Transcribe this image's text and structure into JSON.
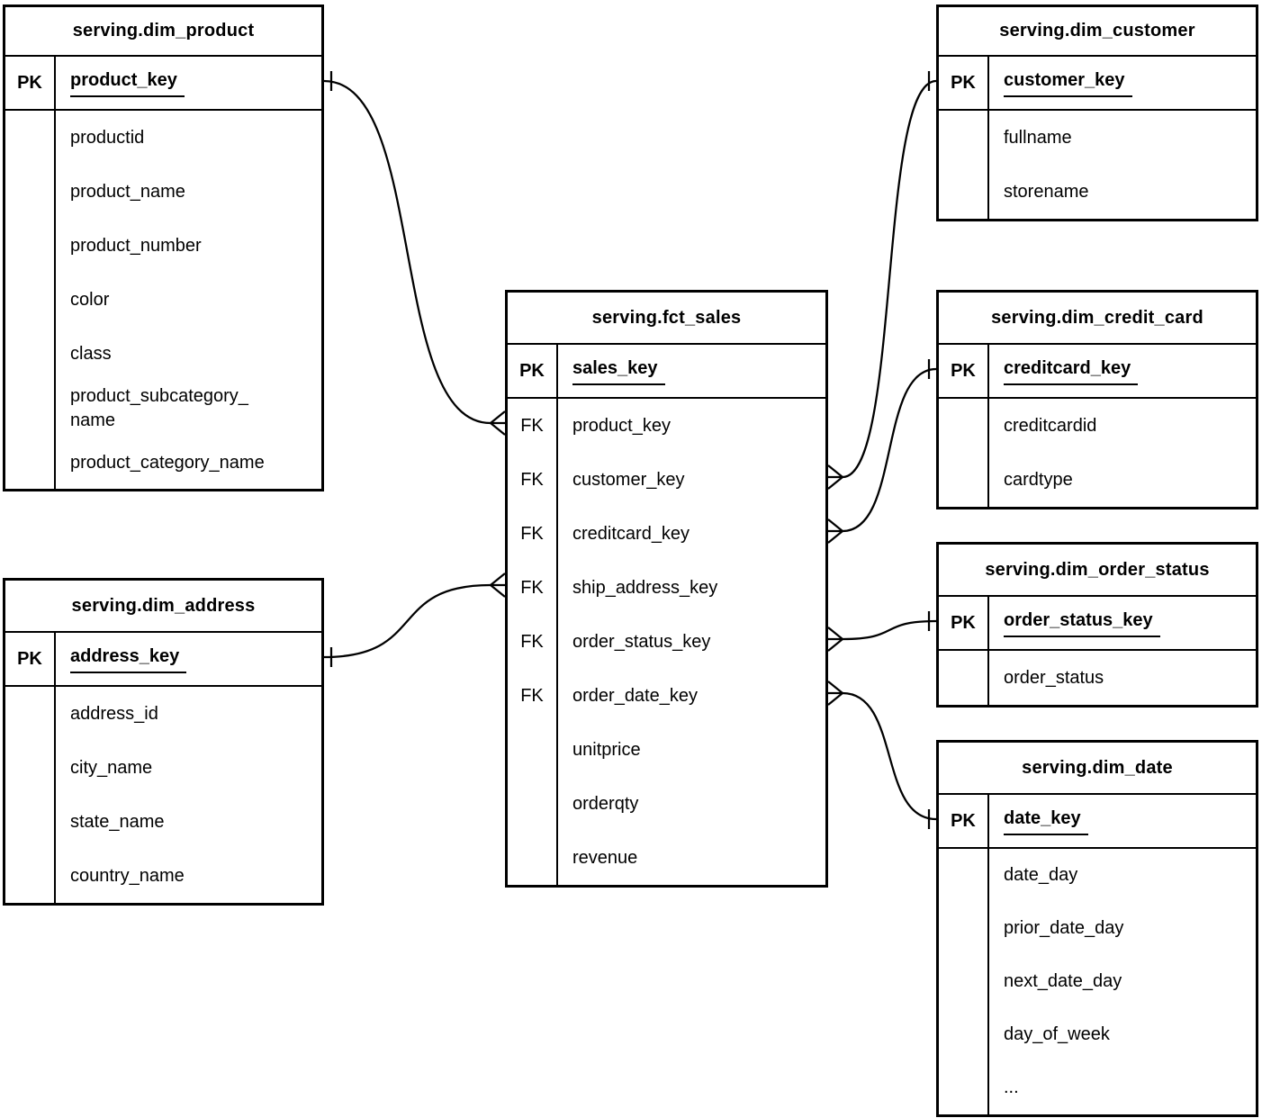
{
  "diagram": {
    "background": "#ffffff",
    "line_color": "#000000",
    "text_color": "#000000",
    "notation": "crows-foot"
  },
  "tables": [
    {
      "id": "serving.dim_product",
      "title": "serving.dim_product",
      "rows": [
        {
          "badge": "PK",
          "name": "product_key",
          "kind": "pk"
        },
        {
          "badge": "",
          "name": "productid",
          "kind": "field"
        },
        {
          "badge": "",
          "name": "product_name",
          "kind": "field"
        },
        {
          "badge": "",
          "name": "product_number",
          "kind": "field"
        },
        {
          "badge": "",
          "name": "color",
          "kind": "field"
        },
        {
          "badge": "",
          "name": "class",
          "kind": "field"
        },
        {
          "badge": "",
          "name": "product_subcategory_name",
          "kind": "field",
          "lines": [
            "product_subcategory_",
            "name"
          ]
        },
        {
          "badge": "",
          "name": "product_category_name",
          "kind": "field"
        }
      ]
    },
    {
      "id": "serving.dim_customer",
      "title": "serving.dim_customer",
      "rows": [
        {
          "badge": "PK",
          "name": "customer_key",
          "kind": "pk"
        },
        {
          "badge": "",
          "name": "fullname",
          "kind": "field"
        },
        {
          "badge": "",
          "name": "storename",
          "kind": "field"
        }
      ]
    },
    {
      "id": "serving.fct_sales",
      "title": "serving.fct_sales",
      "rows": [
        {
          "badge": "PK",
          "name": "sales_key",
          "kind": "pk"
        },
        {
          "badge": "FK",
          "name": "product_key",
          "kind": "fk"
        },
        {
          "badge": "FK",
          "name": "customer_key",
          "kind": "fk"
        },
        {
          "badge": "FK",
          "name": "creditcard_key",
          "kind": "fk"
        },
        {
          "badge": "FK",
          "name": "ship_address_key",
          "kind": "fk"
        },
        {
          "badge": "FK",
          "name": "order_status_key",
          "kind": "fk"
        },
        {
          "badge": "FK",
          "name": "order_date_key",
          "kind": "fk"
        },
        {
          "badge": "",
          "name": "unitprice",
          "kind": "field"
        },
        {
          "badge": "",
          "name": "orderqty",
          "kind": "field"
        },
        {
          "badge": "",
          "name": "revenue",
          "kind": "field"
        }
      ]
    },
    {
      "id": "serving.dim_credit_card",
      "title": "serving.dim_credit_card",
      "rows": [
        {
          "badge": "PK",
          "name": "creditcard_key",
          "kind": "pk"
        },
        {
          "badge": "",
          "name": "creditcardid",
          "kind": "field"
        },
        {
          "badge": "",
          "name": "cardtype",
          "kind": "field"
        }
      ]
    },
    {
      "id": "serving.dim_order_status",
      "title": "serving.dim_order_status",
      "rows": [
        {
          "badge": "PK",
          "name": "order_status_key",
          "kind": "pk"
        },
        {
          "badge": "",
          "name": "order_status",
          "kind": "field"
        }
      ]
    },
    {
      "id": "serving.dim_date",
      "title": "serving.dim_date",
      "rows": [
        {
          "badge": "PK",
          "name": "date_key",
          "kind": "pk"
        },
        {
          "badge": "",
          "name": "date_day",
          "kind": "field"
        },
        {
          "badge": "",
          "name": "prior_date_day",
          "kind": "field"
        },
        {
          "badge": "",
          "name": "next_date_day",
          "kind": "field"
        },
        {
          "badge": "",
          "name": "day_of_week",
          "kind": "field"
        },
        {
          "badge": "",
          "name": "...",
          "kind": "field"
        }
      ]
    },
    {
      "id": "serving.dim_address",
      "title": "serving.dim_address",
      "rows": [
        {
          "badge": "PK",
          "name": "address_key",
          "kind": "pk"
        },
        {
          "badge": "",
          "name": "address_id",
          "kind": "field"
        },
        {
          "badge": "",
          "name": "city_name",
          "kind": "field"
        },
        {
          "badge": "",
          "name": "state_name",
          "kind": "field"
        },
        {
          "badge": "",
          "name": "country_name",
          "kind": "field"
        }
      ]
    }
  ],
  "relationships": [
    {
      "fact": "serving.fct_sales",
      "fact_column": "product_key",
      "fact_cardinality": "many",
      "dim": "serving.dim_product",
      "dim_column": "product_key",
      "dim_cardinality": "one"
    },
    {
      "fact": "serving.fct_sales",
      "fact_column": "customer_key",
      "fact_cardinality": "many",
      "dim": "serving.dim_customer",
      "dim_column": "customer_key",
      "dim_cardinality": "one"
    },
    {
      "fact": "serving.fct_sales",
      "fact_column": "creditcard_key",
      "fact_cardinality": "many",
      "dim": "serving.dim_credit_card",
      "dim_column": "creditcard_key",
      "dim_cardinality": "one"
    },
    {
      "fact": "serving.fct_sales",
      "fact_column": "ship_address_key",
      "fact_cardinality": "many",
      "dim": "serving.dim_address",
      "dim_column": "address_key",
      "dim_cardinality": "one"
    },
    {
      "fact": "serving.fct_sales",
      "fact_column": "order_status_key",
      "fact_cardinality": "many",
      "dim": "serving.dim_order_status",
      "dim_column": "order_status_key",
      "dim_cardinality": "one"
    },
    {
      "fact": "serving.fct_sales",
      "fact_column": "order_date_key",
      "fact_cardinality": "many",
      "dim": "serving.dim_date",
      "dim_column": "date_key",
      "dim_cardinality": "one"
    }
  ]
}
